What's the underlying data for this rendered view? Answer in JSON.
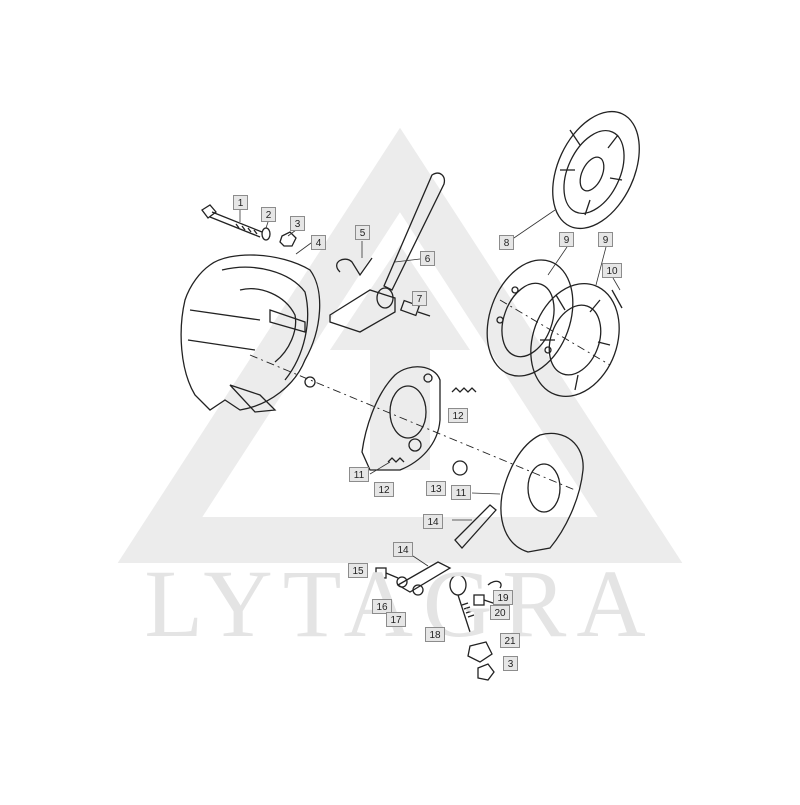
{
  "watermark": {
    "text": "LYTAGRA"
  },
  "callouts": [
    {
      "id": "c1",
      "label": "1"
    },
    {
      "id": "c2",
      "label": "2"
    },
    {
      "id": "c3a",
      "label": "3"
    },
    {
      "id": "c4",
      "label": "4"
    },
    {
      "id": "c5",
      "label": "5"
    },
    {
      "id": "c6",
      "label": "6"
    },
    {
      "id": "c7",
      "label": "7"
    },
    {
      "id": "c8",
      "label": "8"
    },
    {
      "id": "c9a",
      "label": "9"
    },
    {
      "id": "c9b",
      "label": "9"
    },
    {
      "id": "c10",
      "label": "10"
    },
    {
      "id": "c11a",
      "label": "11"
    },
    {
      "id": "c11b",
      "label": "11"
    },
    {
      "id": "c12a",
      "label": "12"
    },
    {
      "id": "c12b",
      "label": "12"
    },
    {
      "id": "c13",
      "label": "13"
    },
    {
      "id": "c14a",
      "label": "14"
    },
    {
      "id": "c14b",
      "label": "14"
    },
    {
      "id": "c15",
      "label": "15"
    },
    {
      "id": "c16",
      "label": "16"
    },
    {
      "id": "c17",
      "label": "17"
    },
    {
      "id": "c18",
      "label": "18"
    },
    {
      "id": "c19",
      "label": "19"
    },
    {
      "id": "c20",
      "label": "20"
    },
    {
      "id": "c21",
      "label": "21"
    },
    {
      "id": "c3b",
      "label": "3"
    }
  ]
}
